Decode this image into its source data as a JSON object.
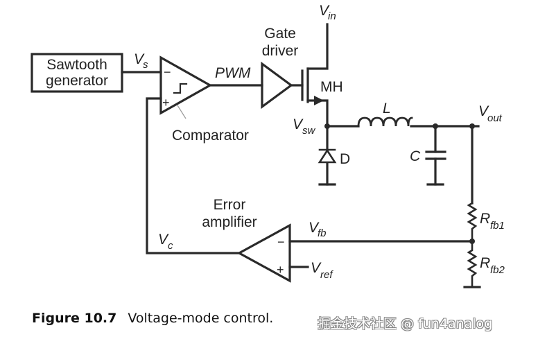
{
  "diagram": {
    "title": "Voltage-mode control",
    "blocks": {
      "sawtooth": {
        "line1": "Sawtooth",
        "line2": "generator"
      },
      "comparator": {
        "label": "Comparator",
        "minus": "−",
        "plus": "+"
      },
      "gate_driver": {
        "line1": "Gate",
        "line2": "driver"
      },
      "error_amp": {
        "line1": "Error",
        "line2": "amplifier",
        "minus": "−",
        "plus": "+"
      },
      "switch": {
        "label": "MH"
      },
      "diode": {
        "label": "D"
      },
      "inductor": {
        "label": "L"
      },
      "capacitor": {
        "label": "C"
      },
      "rfb1": {
        "main": "R",
        "sub": "fb1"
      },
      "rfb2": {
        "main": "R",
        "sub": "fb2"
      }
    },
    "signals": {
      "vs": {
        "main": "V",
        "sub": "s"
      },
      "pwm": "PWM",
      "vin": {
        "main": "V",
        "sub": "in"
      },
      "vsw": {
        "main": "V",
        "sub": "sw"
      },
      "vout": {
        "main": "V",
        "sub": "out"
      },
      "vfb": {
        "main": "V",
        "sub": "fb"
      },
      "vref": {
        "main": "V",
        "sub": "ref"
      },
      "vc": {
        "main": "V",
        "sub": "c"
      }
    }
  },
  "caption": {
    "figure_number": "Figure 10.7",
    "text": "Voltage-mode control."
  },
  "watermark": "掘金技术社区 @ fun4analog"
}
